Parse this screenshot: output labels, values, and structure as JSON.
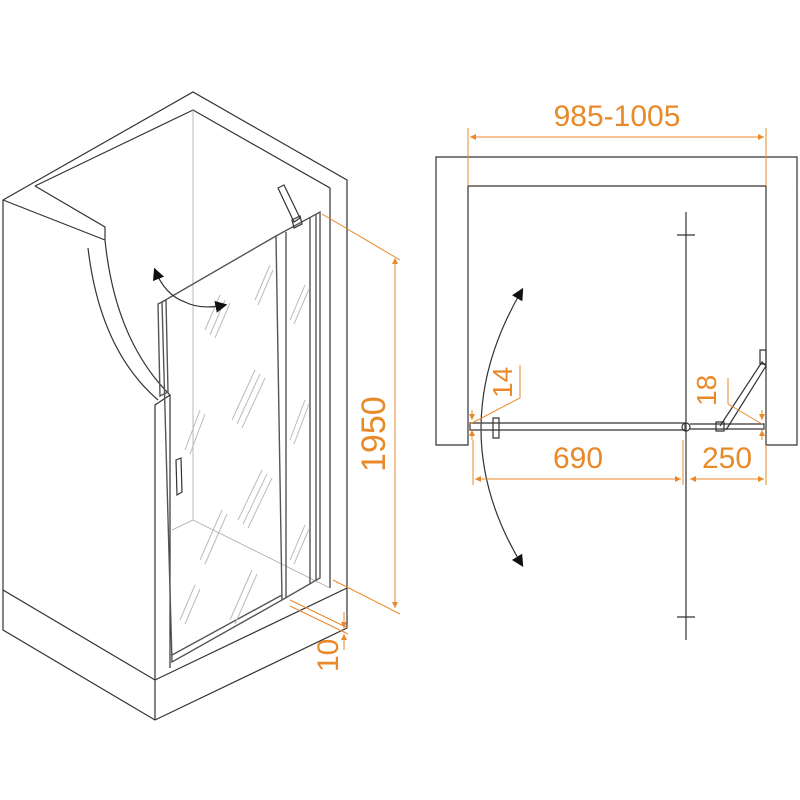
{
  "colors": {
    "dimension": "#e8892a",
    "line": "#333333"
  },
  "iso_view": {
    "height_label": "1950",
    "threshold_label": "10"
  },
  "plan_view": {
    "total_width_label": "985-1005",
    "door_width_label": "690",
    "fixed_width_label": "250",
    "left_gap_label": "14",
    "right_gap_label": "18"
  }
}
